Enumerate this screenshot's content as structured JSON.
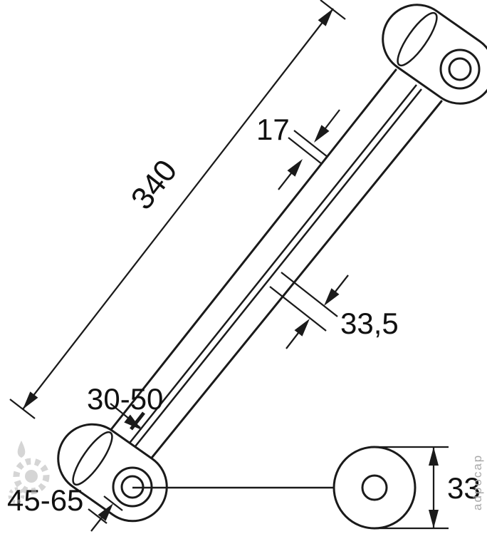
{
  "meta": {
    "type": "technical-drawing",
    "description": "Dimensioned drawing of an adjustable link rod with bushing eyes at both ends and a face-on detail view of the bushing"
  },
  "colors": {
    "line": "#1a1a1a",
    "background": "#ffffff",
    "watermark": "#b3b3b3"
  },
  "dimensions": {
    "overall_length": "340",
    "rib_width": "17",
    "body_width": "33,5",
    "adjust_range_small": "30-50",
    "adjust_range_large": "45-65",
    "bushing_diameter": "33"
  },
  "watermark": {
    "text": "adpocap"
  }
}
